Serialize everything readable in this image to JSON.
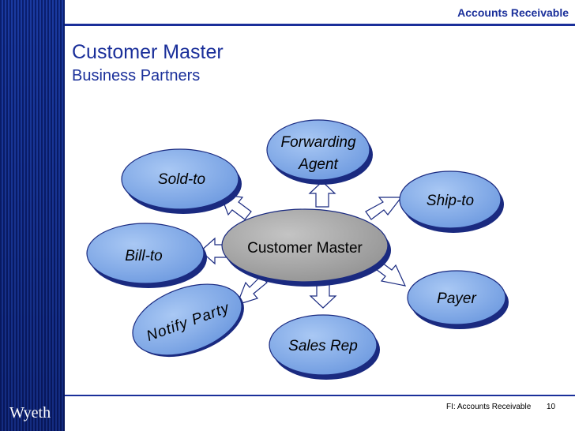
{
  "header": {
    "title": "Accounts Receivable"
  },
  "slide": {
    "title": "Customer Master",
    "subtitle": "Business Partners"
  },
  "diagram": {
    "center": "Customer Master",
    "partners": {
      "forwarding_agent_line1": "Forwarding",
      "forwarding_agent_line2": "Agent",
      "sold_to": "Sold-to",
      "ship_to": "Ship-to",
      "bill_to": "Bill-to",
      "payer": "Payer",
      "notify_party": "Notify Party",
      "sales_rep": "Sales Rep"
    },
    "colors": {
      "partner_fill": "#7aa6e6",
      "center_fill": "#a9a9a9",
      "arrow_fill": "#ffffff",
      "outline": "#1a2a80"
    }
  },
  "sidebar": {
    "logo_text": "Wyeth"
  },
  "footer": {
    "label": "FI: Accounts Receivable",
    "page_number": "10"
  }
}
